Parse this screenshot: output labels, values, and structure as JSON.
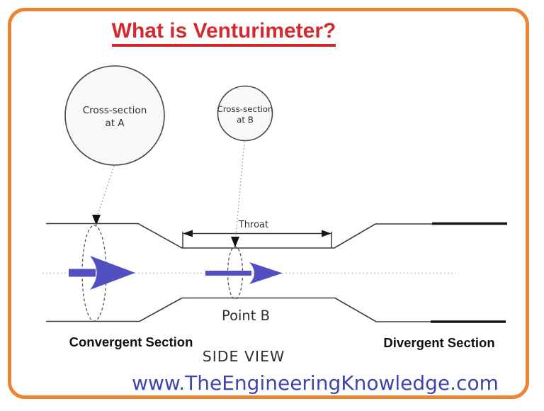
{
  "colors": {
    "border_orange": "#ec8433",
    "title_red": "#d4292e",
    "website_blue": "#3f45ae",
    "arrow_blue": "#524fc3",
    "line_dark": "#3a3a3a",
    "thick_line": "#151515",
    "circle_fill": "#f8f8f8"
  },
  "title": "What is Venturimeter?",
  "diagram": {
    "cross_section_a_line1": "Cross-section",
    "cross_section_a_line2": "at A",
    "cross_section_b_line1": "Cross-section",
    "cross_section_b_line2": "at B",
    "throat": "Throat",
    "point_b": "Point B",
    "convergent": "Convergent Section",
    "divergent": "Divergent Section",
    "side_view": "SIDE VIEW"
  },
  "footer": {
    "website": "www.TheEngineeringKnowledge.com"
  }
}
